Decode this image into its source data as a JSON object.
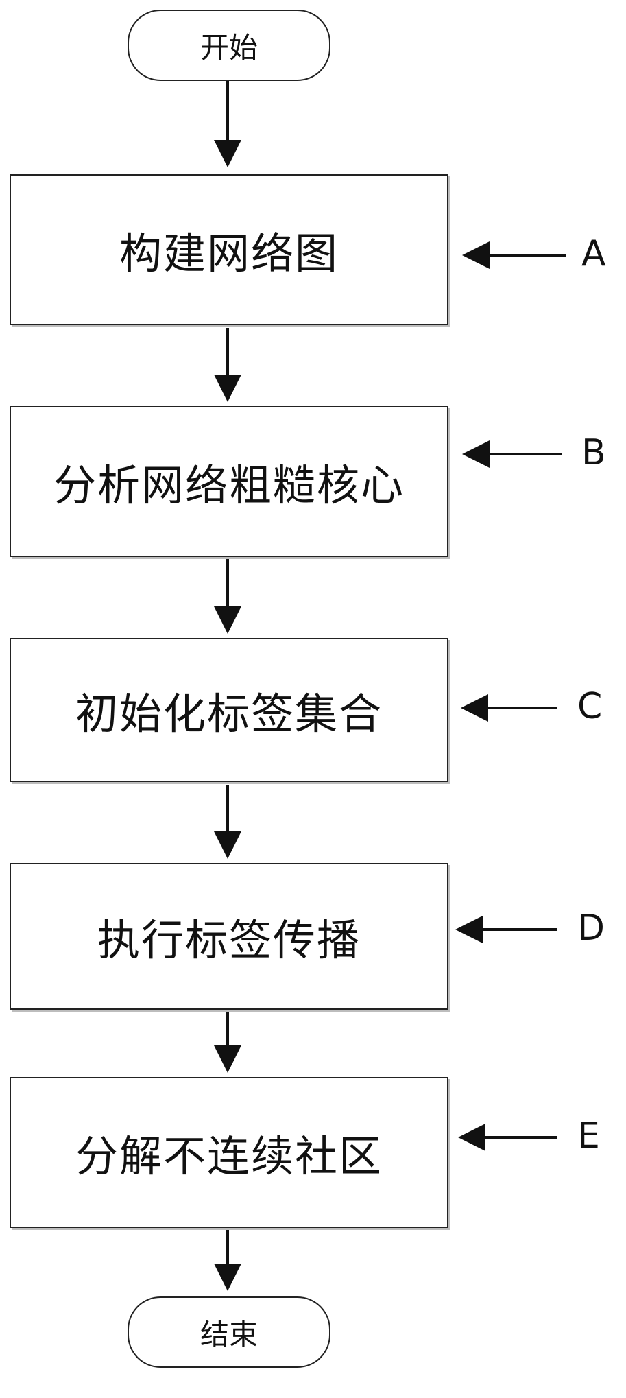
{
  "flowchart": {
    "start": "开始",
    "end": "结束",
    "steps": [
      {
        "label": "构建网络图",
        "tag": "A"
      },
      {
        "label": "分析网络粗糙核心",
        "tag": "B"
      },
      {
        "label": "初始化标签集合",
        "tag": "C"
      },
      {
        "label": "执行标签传播",
        "tag": "D"
      },
      {
        "label": "分解不连续社区",
        "tag": "E"
      }
    ]
  }
}
